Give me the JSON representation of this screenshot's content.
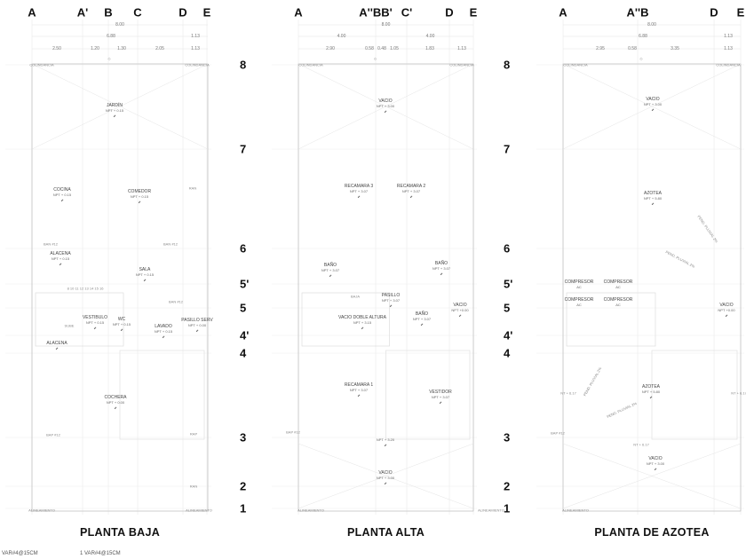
{
  "plans": [
    {
      "title": "PLANTA BAJA",
      "axes": [
        "A",
        "A'",
        "B",
        "C",
        "D",
        "E"
      ],
      "dims_total": "8.00",
      "dims_mid": [
        "6.88",
        "1.13"
      ],
      "dims_detail": [
        "2.50",
        "1.20",
        "1.30",
        "2.05",
        "1.13"
      ],
      "rooms": [
        {
          "name": "JARDÍN",
          "level": "NPT + 0.15"
        },
        {
          "name": "COCINA",
          "level": "NPT + 0.15"
        },
        {
          "name": "COMEDOR",
          "level": "NPT + 0.15"
        },
        {
          "name": "ALACENA",
          "level": "NPT + 0.15"
        },
        {
          "name": "SALA",
          "level": "NPT + 0.15"
        },
        {
          "name": "VESTIBULO",
          "level": "NPT + 0.15"
        },
        {
          "name": "WC",
          "level": "NPT + 0.15"
        },
        {
          "name": "LAVADO",
          "level": "NPT + 0.15"
        },
        {
          "name": "PASILLO SERV",
          "level": "NPT + 0.00"
        },
        {
          "name": "ALACENA",
          "level": ""
        },
        {
          "name": "COCHERA",
          "level": "NPT + 0.00"
        }
      ],
      "tags": [
        "COLINDANCIA",
        "COLINDANCIA",
        "ALINEAMIENTO",
        "ALINEAMIENTO",
        "RAN",
        "RAP",
        "RAN",
        "BAP #12",
        "BAN #12",
        "BAN #12",
        "BAN #12",
        "SUBE"
      ],
      "steps": "8 10 11 12 13 14 15 16"
    },
    {
      "title": "PLANTA ALTA",
      "axes": [
        "A",
        "A''BB'",
        "C'",
        "D",
        "E"
      ],
      "dims_total": "8.00",
      "dims_mid": [
        "4.00",
        "4.00"
      ],
      "dims_detail": [
        "2.90",
        "0.58",
        "0.48",
        "1.05",
        "1.83",
        "1.13"
      ],
      "rooms": [
        {
          "name": "VACIO",
          "level": "NPT + 3.00"
        },
        {
          "name": "RECAMARA 3",
          "level": "NPT + 3.07"
        },
        {
          "name": "RECAMARA 2",
          "level": "NPT + 3.07"
        },
        {
          "name": "BAÑO",
          "level": "NPT + 3.07"
        },
        {
          "name": "BAÑO",
          "level": "NPT + 3.07"
        },
        {
          "name": "PASILLO",
          "level": "NPT + 3.07"
        },
        {
          "name": "BAÑO",
          "level": "NPT + 3.07"
        },
        {
          "name": "VACIO",
          "level": "NPT +0.00"
        },
        {
          "name": "VACIO DOBLE ALTURA",
          "level": "NPT + 3.15"
        },
        {
          "name": "RECAMARA 1",
          "level": "NPT + 3.07"
        },
        {
          "name": "VESTIDOR",
          "level": "NPT + 3.07"
        },
        {
          "name": "",
          "level": "NPT + 3.20"
        },
        {
          "name": "VACIO",
          "level": "NPT + 3.00"
        }
      ],
      "tags": [
        "COLINDANCIA",
        "COLINDANCIA",
        "ALINEAMIENTO",
        "ALINEAMIENTO",
        "BAJA",
        "BAP #12"
      ]
    },
    {
      "title": "PLANTA DE AZOTEA",
      "axes": [
        "A",
        "A''B",
        "D",
        "E"
      ],
      "dims_total": "8.00",
      "dims_mid": [
        "6.88",
        "1.13"
      ],
      "dims_detail": [
        "2.95",
        "0.58",
        "3.35",
        "1.13"
      ],
      "rooms": [
        {
          "name": "VACIO",
          "level": "NPT + 3.00"
        },
        {
          "name": "AZOTEA",
          "level": "NPT + 5.80"
        },
        {
          "name": "COMPRESOR",
          "level": "AC"
        },
        {
          "name": "COMPRESOR",
          "level": "AC"
        },
        {
          "name": "COMPRESOR",
          "level": "AC"
        },
        {
          "name": "COMPRESOR",
          "level": "AC"
        },
        {
          "name": "VACIO",
          "level": "NPT +0.00"
        },
        {
          "name": "AZOTEA",
          "level": "NPT + 5.80"
        },
        {
          "name": "VACIO",
          "level": "NPT + 3.00"
        }
      ],
      "tags": [
        "COLINDANCIA",
        "COLINDANCIA",
        "ALINEAMIENTO",
        "PEND. PLUVIAL 2%",
        "PEND. PLUVIAL 2%",
        "PEND. PLUVIAL 2%",
        "PEND. PLUVIAL 2%",
        "NT + 6.17",
        "NT + 6.17",
        "NT + 6.17",
        "BAP #12"
      ]
    }
  ],
  "rows": [
    "8",
    "7",
    "6",
    "5'",
    "5",
    "4'",
    "4",
    "3",
    "2",
    "1"
  ],
  "notes": [
    "VAR#4@15CM",
    "1 VAR#4@15CM"
  ]
}
